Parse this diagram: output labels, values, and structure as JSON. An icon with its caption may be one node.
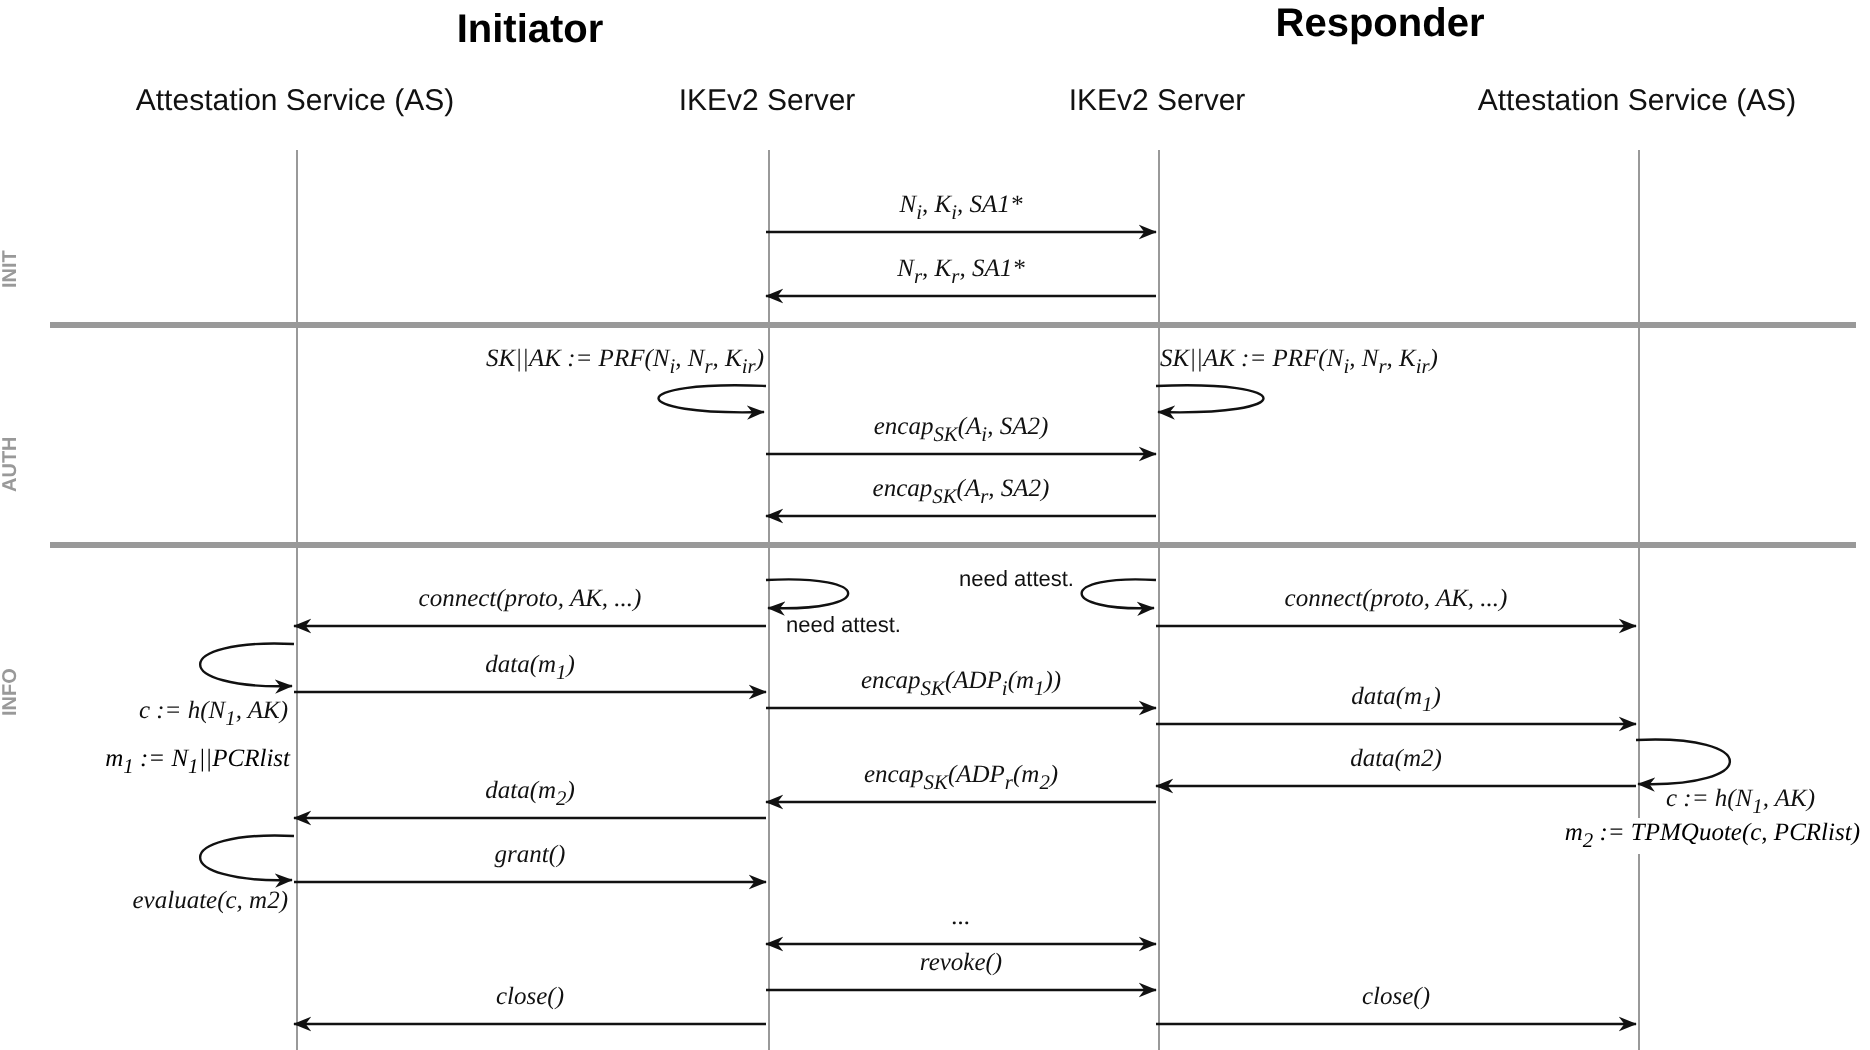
{
  "diagram": {
    "nodes": [
      {
        "text": [
          "Attestation Service (AS)"
        ]
      },
      {
        "text": [
          "IKEv2 Server"
        ]
      },
      {
        "text": [
          "IKEv2 Server"
        ]
      },
      {
        "text": [
          "Attestation Service (AS)"
        ]
      }
    ],
    "edges": [
      {
        "from": 1,
        "to": 2,
        "arrow": "to",
        "label": "N$_{i}$, K$_{i}$, SA1*"
      },
      {
        "from": 2,
        "to": 1,
        "arrow": "to",
        "label": "N$_{r}$, K$_{r}$, SA1*"
      },
      {
        "from": 1,
        "to": 1,
        "arrow": "to",
        "label": "SK||AK := PRF(N$_{i}$, N$_{r}$, K$_{ir}$)"
      },
      {
        "from": 2,
        "to": 2,
        "arrow": "to",
        "label": "SK||AK := PRF(N$_{i}$, N$_{r}$, K$_{ir}$)"
      },
      {
        "from": 1,
        "to": 2,
        "arrow": "to",
        "label": "encap$_{SK}$(A$_{i}$, SA2)"
      },
      {
        "from": 2,
        "to": 1,
        "arrow": "to",
        "label": "encap$_{SK}$(A$_{r}$, SA2)"
      },
      {
        "from": 1,
        "to": 1,
        "arrow": "to",
        "label": "need attest."
      },
      {
        "from": 2,
        "to": 2,
        "arrow": "to",
        "label": "need attest."
      },
      {
        "from": 1,
        "to": 0,
        "arrow": "to",
        "label": "connect(proto, AK, ...)"
      },
      {
        "from": 2,
        "to": 3,
        "arrow": "to",
        "label": "connect(proto, AK, ...)"
      },
      {
        "from": 0,
        "to": 0,
        "arrow": "to",
        "label": "c := h(N$_{1}$, AK)"
      },
      {
        "from": 0,
        "to": 1,
        "arrow": "to",
        "label": "data(m$_{1}$)"
      },
      {
        "from": 1,
        "to": 2,
        "arrow": "to",
        "label": "encap$_{SK}$(ADP$_{i}$(m$_{1}$))"
      },
      {
        "from": 2,
        "to": 3,
        "arrow": "to",
        "label": "data(m$_{1}$)"
      },
      {
        "from": 3,
        "to": 3,
        "arrow": "to",
        "label": "c := h(N$_{1}$, AK)"
      },
      {
        "from": 3,
        "to": 2,
        "arrow": "to",
        "label": "data(m2)"
      },
      {
        "from": 2,
        "to": 1,
        "arrow": "to",
        "label": "encap$_{SK}$(ADP$_{r}$(m$_{2}$)"
      },
      {
        "from": 1,
        "to": 0,
        "arrow": "to",
        "label": "data(m$_{2}$)"
      },
      {
        "from": 0,
        "to": 0,
        "arrow": "to",
        "label": "evaluate(c, m2)"
      },
      {
        "from": 0,
        "to": 1,
        "arrow": "to",
        "label": "grant()"
      },
      {
        "from": 1,
        "to": 2,
        "arrow": "both",
        "label": "..."
      },
      {
        "from": 1,
        "to": 2,
        "arrow": "to",
        "label": "revoke()"
      },
      {
        "from": 1,
        "to": 0,
        "arrow": "to",
        "label": "close()"
      },
      {
        "from": 2,
        "to": 3,
        "arrow": "to",
        "label": "close()"
      }
    ],
    "labels": [
      "Initiator",
      "Responder",
      "INIT",
      "AUTH",
      "INFO",
      "m$_{1}$ := N$_{1}$||PCRlist",
      "m$_{2}$ := TPMQuote(c, PCRlist)"
    ]
  }
}
